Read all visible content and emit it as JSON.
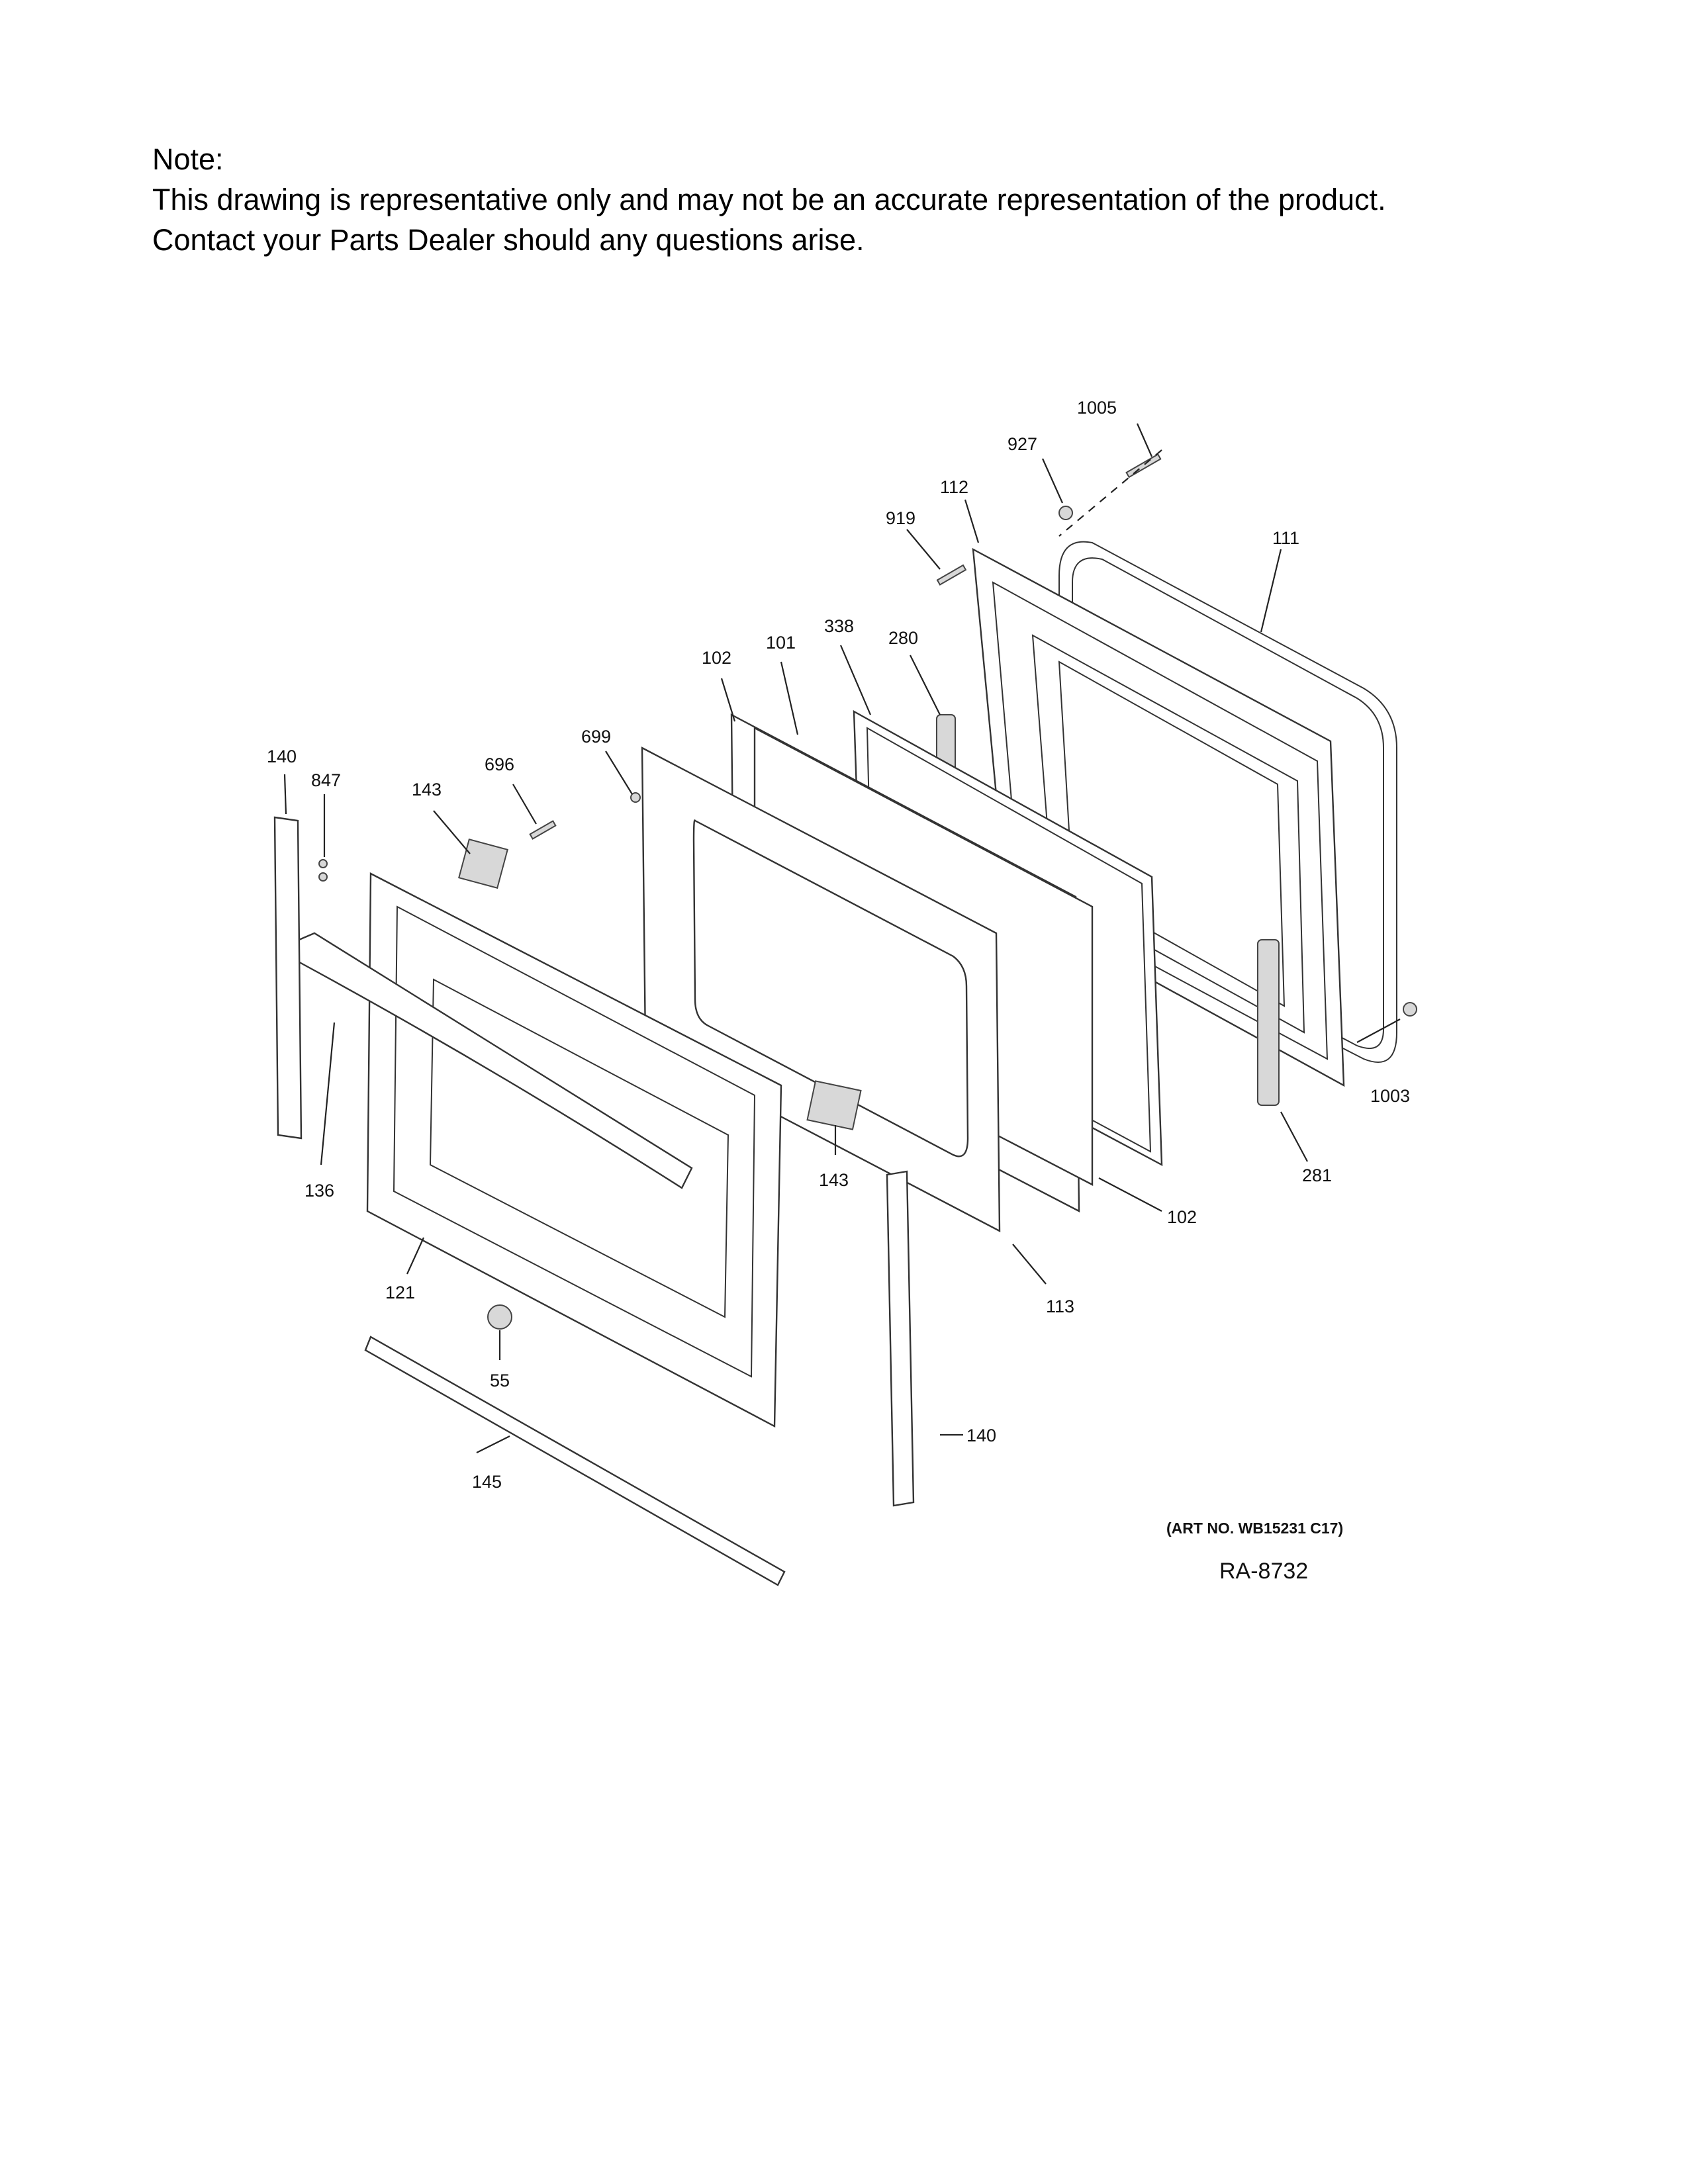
{
  "note": {
    "heading": "Note:",
    "line1": "This drawing is representative only and may not be an accurate representation of the product.",
    "line2": "Contact your Parts Dealer should any questions arise."
  },
  "callouts": {
    "p1005": "1005",
    "p927": "927",
    "p112": "112",
    "p919": "919",
    "p111": "111",
    "p338": "338",
    "p280": "280",
    "p101": "101",
    "p102_top": "102",
    "p699": "699",
    "p696": "696",
    "p140_left": "140",
    "p847": "847",
    "p143_left": "143",
    "p143_center": "143",
    "p136": "136",
    "p121": "121",
    "p55": "55",
    "p145": "145",
    "p140_bottom": "140",
    "p113": "113",
    "p102_right": "102",
    "p281": "281",
    "p1003": "1003"
  },
  "art_number": "(ART NO. WB15231 C17)",
  "ref_code": "RA-8732"
}
